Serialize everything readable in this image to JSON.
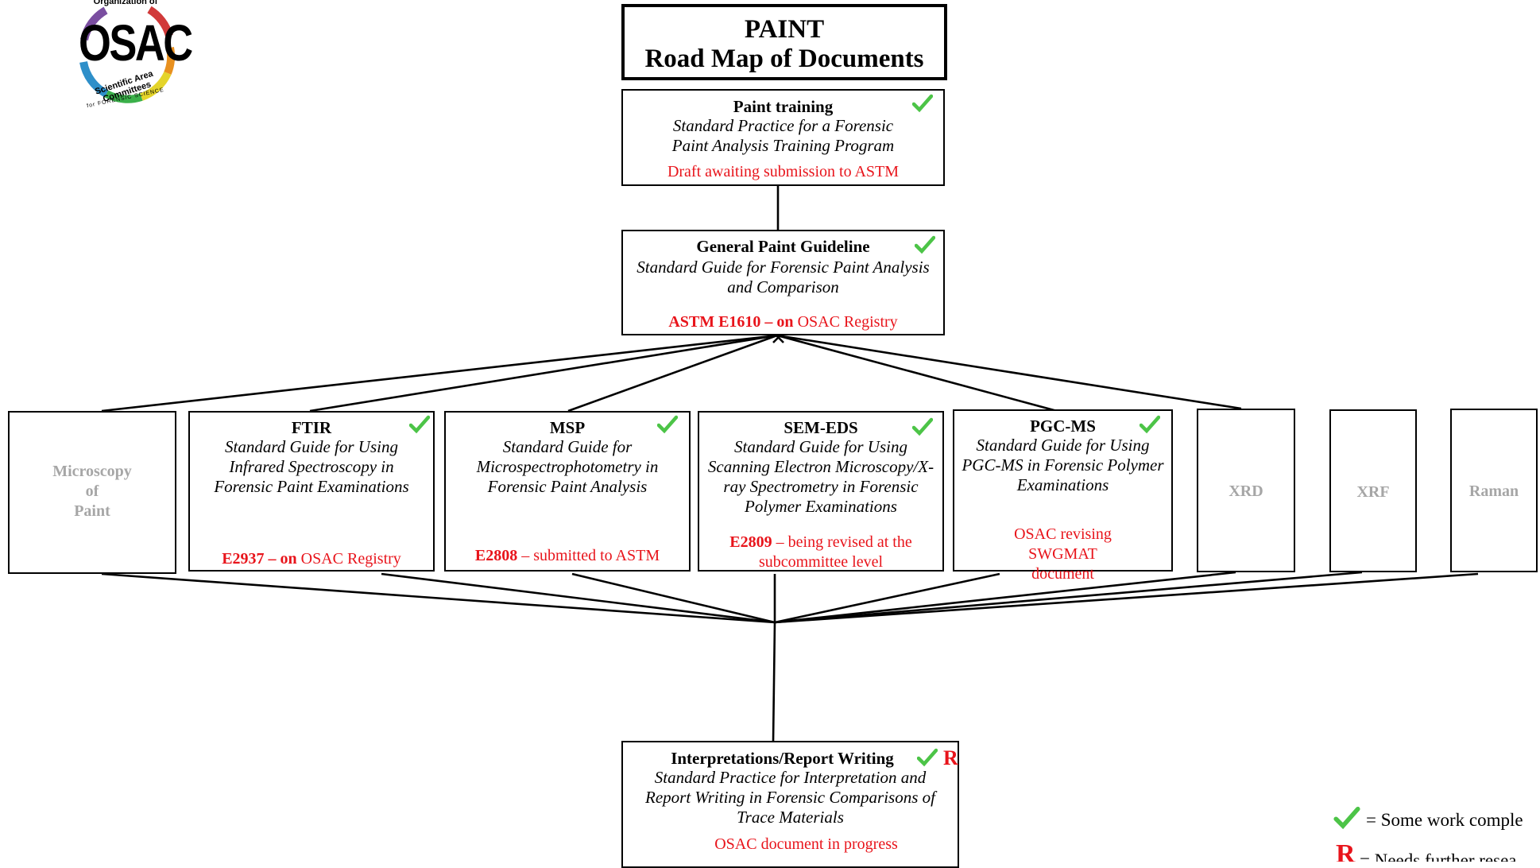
{
  "logo": {
    "main": "OSAC",
    "top_arc": "Organization of",
    "bottom_arc": "Scientific Area Committees",
    "sub_arc": "for FORENSIC SCIENCE"
  },
  "title": {
    "line1": "PAINT",
    "line2": "Road Map of Documents"
  },
  "training": {
    "title": "Paint training",
    "desc": "Standard Practice for a Forensic Paint Analysis Training Program",
    "status": "Draft awaiting submission to ASTM"
  },
  "general": {
    "title": "General Paint Guideline",
    "desc": "Standard Guide for Forensic Paint Analysis and Comparison",
    "status_bold": "ASTM E1610 – on",
    "status_rest": " OSAC Registry"
  },
  "microscopy": {
    "line1": "Microscopy",
    "line2": "of",
    "line3": "Paint"
  },
  "ftir": {
    "title": "FTIR",
    "desc": "Standard Guide for Using Infrared Spectroscopy in Forensic Paint Examinations",
    "status_bold": "E2937 – on",
    "status_rest": " OSAC Registry"
  },
  "msp": {
    "title": "MSP",
    "desc": "Standard Guide for Microspectrophotometry in Forensic Paint Analysis",
    "status_bold": "E2808",
    "status_rest": " – submitted to ASTM"
  },
  "semeds": {
    "title": "SEM-EDS",
    "desc": "Standard Guide for Using Scanning Electron Microscopy/X-ray Spectrometry in Forensic Polymer Examinations",
    "status_bold": "E2809",
    "status_rest": " – being revised at the subcommittee level"
  },
  "pgcms": {
    "title": "PGC-MS",
    "desc": "Standard Guide for Using PGC-MS in Forensic Polymer Examinations",
    "status": "OSAC revising SWGMAT document"
  },
  "xrd": {
    "label": "XRD"
  },
  "xrf": {
    "label": "XRF"
  },
  "raman": {
    "label": "Raman"
  },
  "interp": {
    "title": "Interpretations/Report Writing",
    "r_mark": "R",
    "desc": "Standard Practice for Interpretation and Report Writing in Forensic Comparisons of Trace Materials",
    "status": "OSAC document in progress"
  },
  "legend": {
    "check_text": "= Some work comple",
    "r_symbol": "R",
    "r_text": "= Needs further resea"
  },
  "colors": {
    "check": "#4cc447",
    "red": "#e8141b",
    "gray": "#a6a6a6"
  }
}
